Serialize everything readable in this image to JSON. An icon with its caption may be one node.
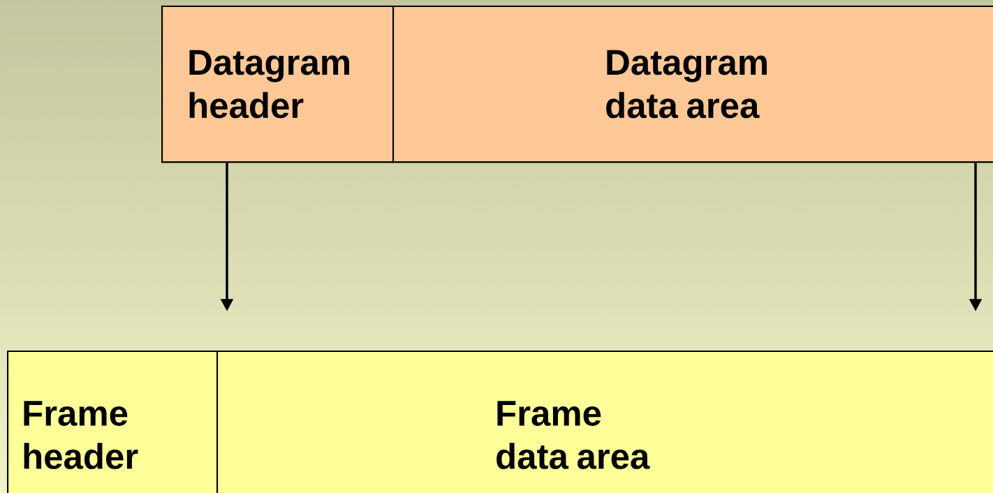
{
  "diagram": {
    "nodes": [
      {
        "text": [
          "Datagram header"
        ]
      },
      {
        "text": [
          "Datagram data area"
        ]
      },
      {
        "text": [
          "Frame header"
        ]
      },
      {
        "text": [
          "Frame data area"
        ]
      }
    ],
    "edges": [
      {
        "from": 0,
        "to": 3,
        "arrow": "to"
      },
      {
        "from": 1,
        "to": 3,
        "arrow": "to"
      }
    ]
  }
}
